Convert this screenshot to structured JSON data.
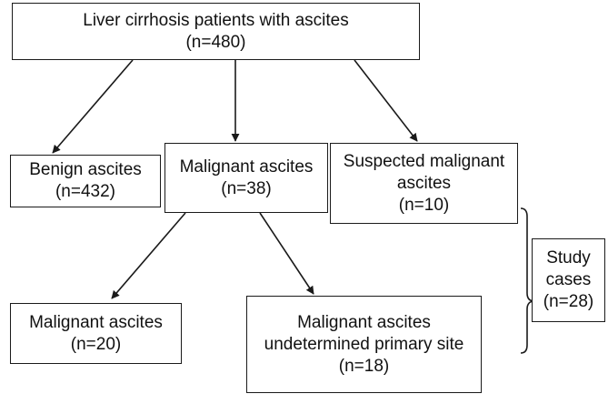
{
  "nodes": {
    "root": {
      "line1": "Liver cirrhosis patients with ascites",
      "line2": "(n=480)"
    },
    "benign": {
      "line1": "Benign ascites",
      "line2": "(n=432)"
    },
    "malignant": {
      "line1": "Malignant ascites",
      "line2": "(n=38)"
    },
    "suspected": {
      "line1": "Suspected malignant",
      "line2": "ascites",
      "line3": "(n=10)"
    },
    "malignant_known": {
      "line1": "Malignant ascites",
      "line2": "(n=20)"
    },
    "malignant_unknown": {
      "line1": "Malignant ascites",
      "line2": "undetermined primary site",
      "line3": "(n=18)"
    },
    "study": {
      "line1": "Study",
      "line2": "cases",
      "line3": "(n=28)"
    }
  },
  "colors": {
    "stroke": "#1a1a1a",
    "text": "#111111",
    "background": "#ffffff"
  }
}
